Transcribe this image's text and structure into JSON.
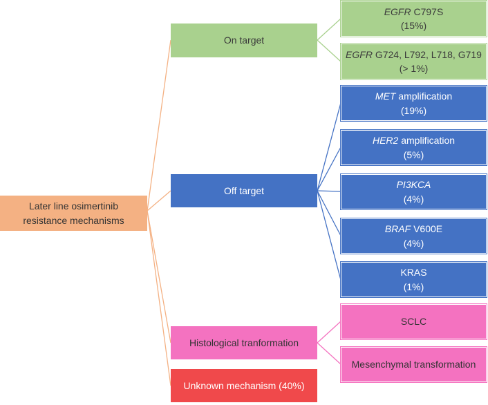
{
  "root": {
    "line1": "Later line osimertinib",
    "line2": "resistance mechanisms"
  },
  "categories": {
    "on_target": "On target",
    "off_target": "Off target",
    "histological": "Histological tranformation",
    "unknown": "Unknown mechanism (40%)"
  },
  "leaves": {
    "egfr_c797s": {
      "gene": "EGFR",
      "rest": " C797S",
      "pct": "(15%)"
    },
    "egfr_other": {
      "gene": "EGFR",
      "rest": " G724, L792, L718, G719",
      "pct": "(> 1%)"
    },
    "met": {
      "gene": "MET",
      "rest": " amplification",
      "pct": "(19%)"
    },
    "her2": {
      "gene": "HER2",
      "rest": " amplification",
      "pct": "(5%)"
    },
    "pi3kca": {
      "gene": "PI3KCA",
      "pct": "(4%)"
    },
    "braf": {
      "gene": "BRAF",
      "rest": " V600E",
      "pct": "(4%)"
    },
    "kras": {
      "name": "KRAS",
      "pct": "(1%)"
    },
    "sclc": {
      "name": "SCLC"
    },
    "mesenchymal": {
      "name": "Mesenchymal transformation"
    }
  },
  "colors": {
    "root": "#F4B183",
    "on_target": "#A9D18E",
    "off_target": "#4472C4",
    "histological": "#F472C0",
    "unknown": "#F0494B"
  }
}
